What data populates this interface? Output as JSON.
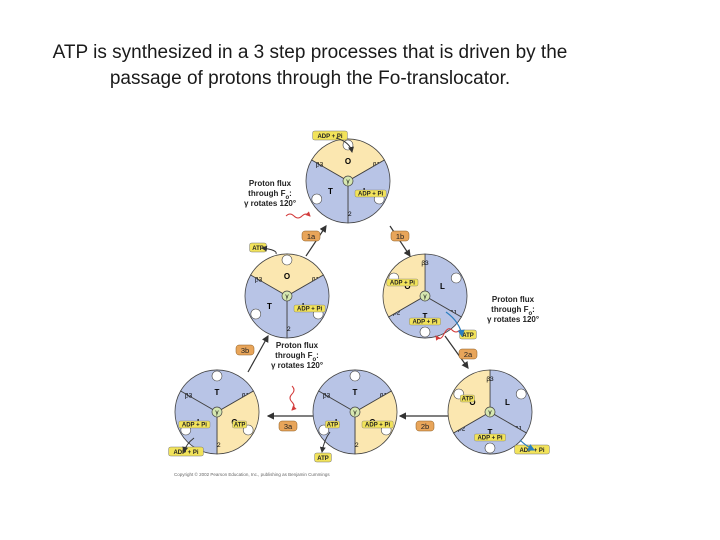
{
  "slide": {
    "title_line1": "ATP is synthesized in a 3 step processes that is driven by the",
    "title_line2": "passage of protons through the Fo-translocator."
  },
  "diagram": {
    "states": [
      {
        "id": "top",
        "site_labels": [
          "O",
          "L",
          "T"
        ],
        "beta_labels": [
          "β1",
          "β2",
          "β3"
        ],
        "center": "γ",
        "bound_tags": [
          "ADP + Pi"
        ],
        "outer_tag": "ADP + Pi",
        "pending_tag": ""
      },
      {
        "id": "left",
        "site_labels": [
          "O",
          "L",
          "T"
        ],
        "beta_labels": [
          "β1",
          "β2",
          "β3"
        ],
        "center": "γ",
        "bound_tags": [
          "ADP + Pi"
        ],
        "outer_tag": "ATP",
        "pending_tag": ""
      },
      {
        "id": "right",
        "site_labels": [
          "L",
          "T",
          "O"
        ],
        "beta_labels": [
          "β1",
          "β2",
          "β3"
        ],
        "center": "γ",
        "bound_tags": [
          "ADP + Pi",
          "ADP + Pi"
        ],
        "outer_tag": "ATP",
        "pending_tag": ""
      },
      {
        "id": "bottom-left",
        "site_labels": [
          "T",
          "O",
          "L"
        ],
        "beta_labels": [
          "β1",
          "β2",
          "β3"
        ],
        "center": "γ",
        "bound_tags": [
          "ATP",
          "ADP + Pi"
        ],
        "outer_tag": "ADP + Pi",
        "pending_tag": ""
      },
      {
        "id": "bottom-middle",
        "site_labels": [
          "T",
          "O",
          "L"
        ],
        "beta_labels": [
          "β1",
          "β2",
          "β3"
        ],
        "center": "γ",
        "bound_tags": [
          "ADP + Pi",
          "ATP"
        ],
        "outer_tag": "ATP",
        "pending_tag": ""
      },
      {
        "id": "bottom-right",
        "site_labels": [
          "L",
          "T",
          "O"
        ],
        "beta_labels": [
          "β1",
          "β2",
          "β3"
        ],
        "center": "γ",
        "bound_tags": [
          "ADP + Pi",
          "ATP"
        ],
        "outer_tag": "ADP + Pi",
        "pending_tag": ""
      }
    ],
    "steps": [
      "1a",
      "1b",
      "2a",
      "2b",
      "3a",
      "3b"
    ],
    "proton_flux": {
      "line1": "Proton flux",
      "line2": "through F",
      "subscript": "o",
      "line2_suffix": ":",
      "line3": "γ rotates 120°"
    },
    "credit": "Copyright © 2002 Pearson Education, Inc., publishing as Benjamin Cummings"
  },
  "colors": {
    "title": "#1a1a1a",
    "o_site": "#fbe7b0",
    "l_site": "#b8c4e6",
    "t_site": "#b8c4e6",
    "outline": "#444444",
    "center": "#d6e7b0",
    "tag": "#f2e35a",
    "step_tag": "#e8a55a",
    "proton_arrow": "#d33c3c",
    "rotation_arrow": "#2b7fc0"
  }
}
